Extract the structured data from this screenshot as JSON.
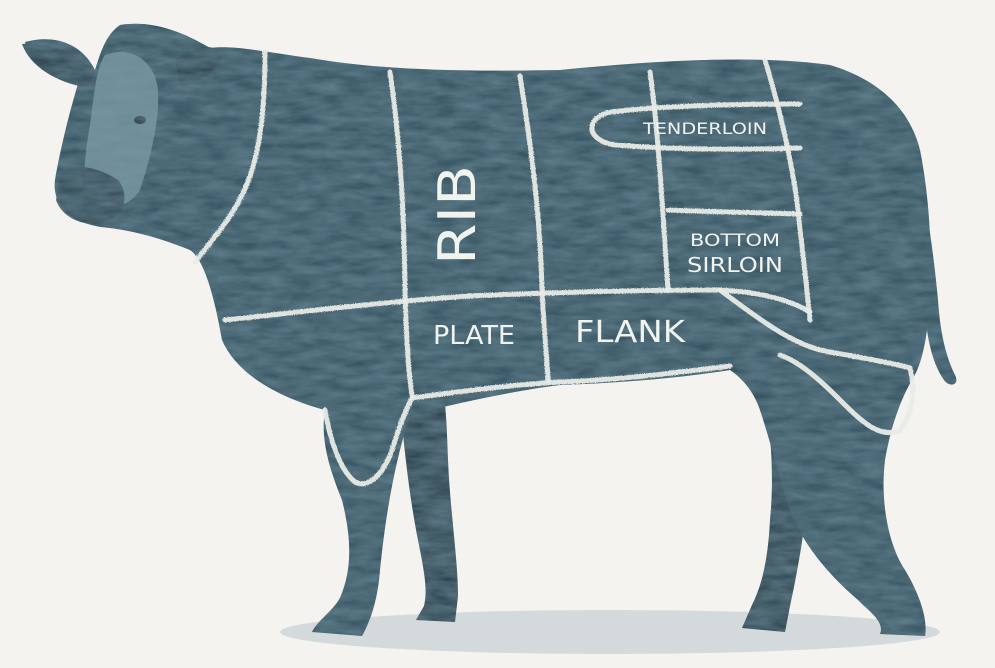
{
  "colors": {
    "background": "#f4f3ef",
    "cow_body": "#2f4d5c",
    "cow_dark": "#223a47",
    "cow_face": "#7d98a4",
    "chalk": "#e8ebe6",
    "shadow": "#c9d2d4"
  },
  "cuts": {
    "rib": "RIB",
    "tenderloin": "TENDERLOIN",
    "bottom_sirloin_line1": "BOTTOM",
    "bottom_sirloin_line2": "SIRLOIN",
    "plate": "PLATE",
    "flank": "FLANK"
  }
}
